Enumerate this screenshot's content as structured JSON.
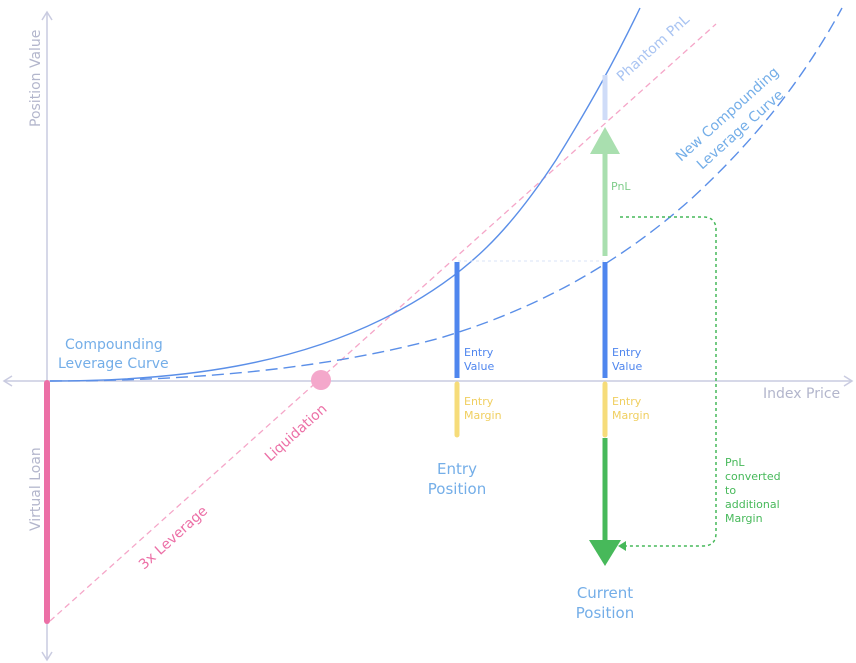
{
  "axes": {
    "y_label": "Position Value",
    "x_label": "Index Price",
    "virtual_loan": "Virtual Loan"
  },
  "curves": {
    "compounding": [
      "Compounding",
      "Leverage Curve"
    ],
    "new_compounding": [
      "New Compounding",
      "Leverage Curve"
    ],
    "phantom_pnl": "Phantom PnL",
    "three_x": "3x Leverage",
    "liquidation": "Liquidation"
  },
  "entry_position": {
    "value_label": [
      "Entry",
      "Value"
    ],
    "margin_label": [
      "Entry",
      "Margin"
    ],
    "title": [
      "Entry",
      "Position"
    ]
  },
  "current_position": {
    "value_label": [
      "Entry",
      "Value"
    ],
    "margin_label": [
      "Entry",
      "Margin"
    ],
    "pnl_label": "PnL",
    "title": [
      "Current",
      "Position"
    ]
  },
  "conversion_note": [
    "PnL",
    "converted",
    "to",
    "additional",
    "Margin"
  ],
  "colors": {
    "axis": "#c9cbe0",
    "axis_text": "#b3b6cc",
    "curve_blue": "#5b8fe8",
    "curve_label": "#74aee8",
    "bar_blue": "#4f86ee",
    "margin_yellow": "#f6dc7a",
    "margin_text": "#f0cf60",
    "pink": "#ec6fa6",
    "pink_light": "#f5a6c8",
    "green": "#47b95a",
    "green_light": "#a9dfaf",
    "phantom": "#cfdcf8"
  }
}
